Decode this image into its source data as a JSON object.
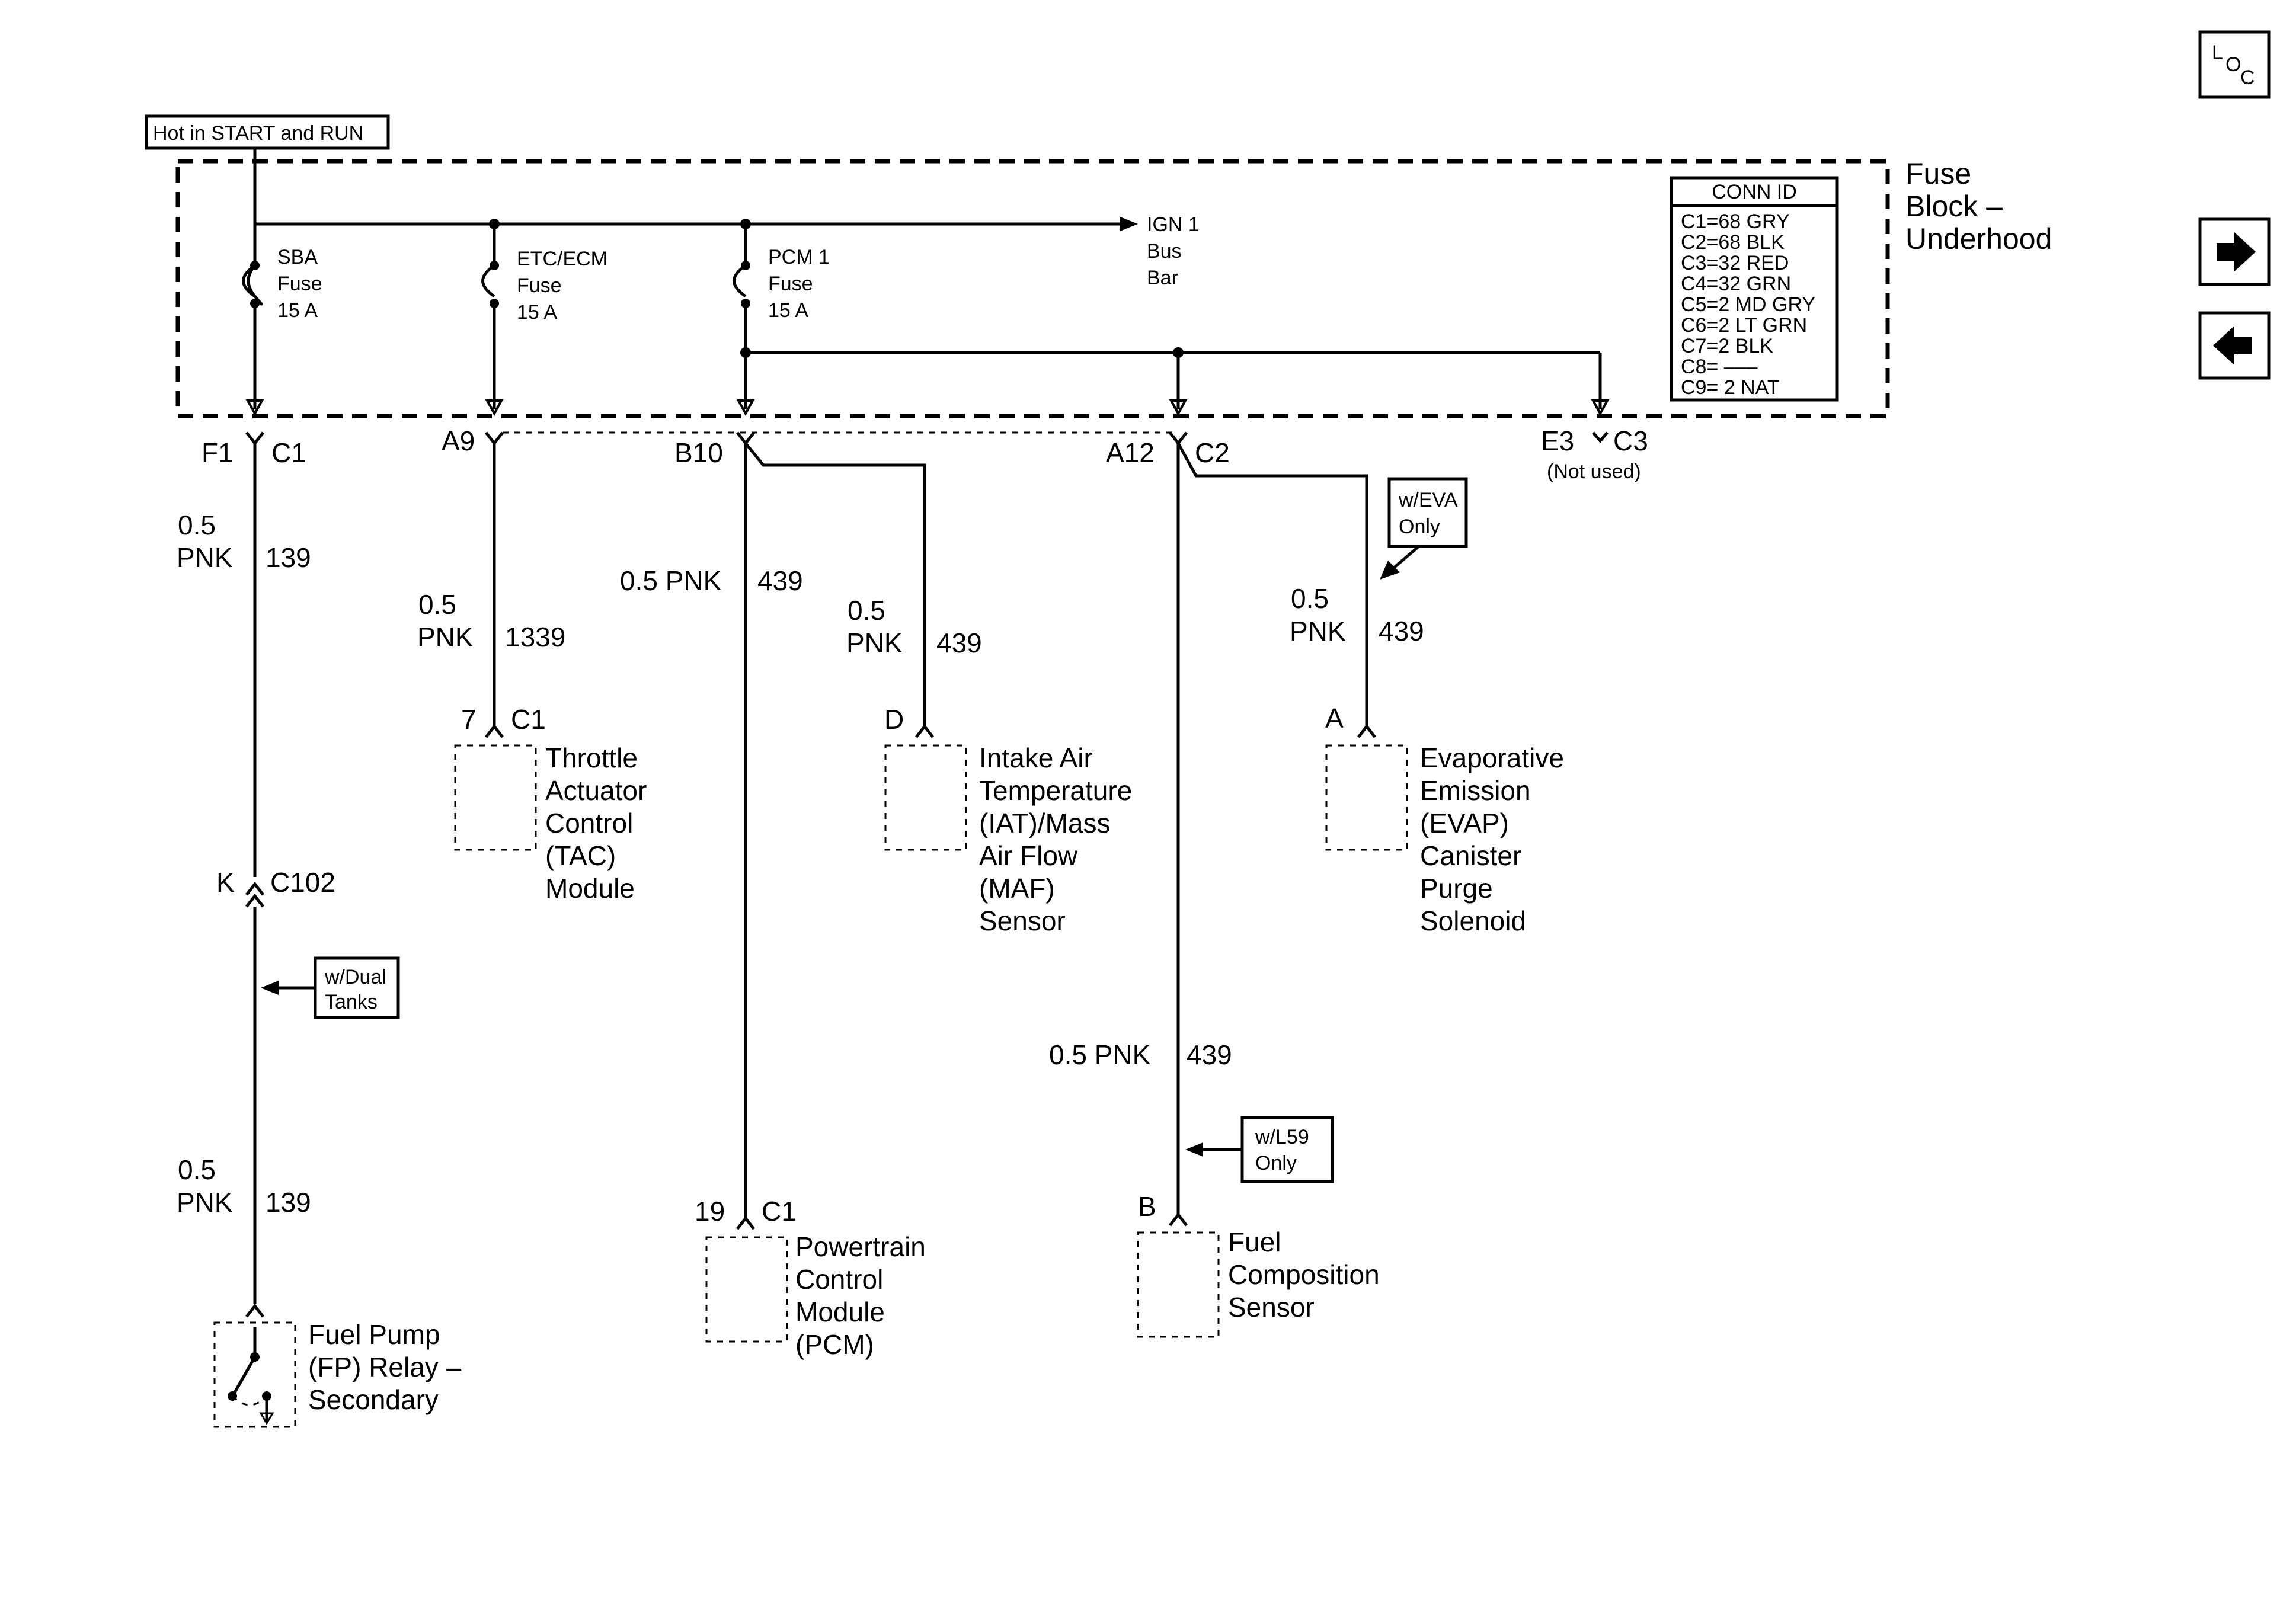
{
  "hot_label": "Hot in START and RUN",
  "fuse_block": {
    "lines": [
      "Fuse",
      "Block –",
      "Underhood"
    ]
  },
  "conn_id": {
    "title": "CONN ID",
    "rows": [
      "C1=68 GRY",
      "C2=68 BLK",
      "C3=32 RED",
      "C4=32 GRN",
      "C5=2 MD GRY",
      "C6=2 LT GRN",
      "C7=2 BLK",
      "C8= –––",
      "C9= 2 NAT"
    ]
  },
  "fuses": [
    {
      "name": "SBA",
      "label": "Fuse",
      "rating": "15 A"
    },
    {
      "name": "ETC/ECM",
      "label": "Fuse",
      "rating": "15 A"
    },
    {
      "name": "PCM 1",
      "label": "Fuse",
      "rating": "15 A"
    }
  ],
  "bus_bar": [
    "IGN 1",
    "Bus",
    "Bar"
  ],
  "terminals": {
    "f1": "F1",
    "c1": "C1",
    "a9": "A9",
    "b10": "B10",
    "a12": "A12",
    "c2": "C2",
    "e3": "E3",
    "c3": "C3",
    "not_used": "(Not used)"
  },
  "wires": {
    "w139_top": {
      "gauge": "0.5",
      "color": "PNK",
      "circuit": "139"
    },
    "w1339": {
      "gauge": "0.5",
      "color": "PNK",
      "circuit": "1339"
    },
    "w439_pcm": {
      "label": "0.5 PNK",
      "circuit": "439"
    },
    "w439_iat": {
      "gauge": "0.5",
      "color": "PNK",
      "circuit": "439"
    },
    "w439_evap": {
      "gauge": "0.5",
      "color": "PNK",
      "circuit": "439"
    },
    "w439_fcs": {
      "label": "0.5 PNK",
      "circuit": "439"
    },
    "w139_bot": {
      "gauge": "0.5",
      "color": "PNK",
      "circuit": "139"
    }
  },
  "options": {
    "eva": [
      "w/EVA",
      "Only"
    ],
    "dual": [
      "w/Dual",
      "Tanks"
    ],
    "l59": [
      "w/L59",
      "Only"
    ]
  },
  "connectors": {
    "tac": {
      "pin": "7",
      "conn": "C1"
    },
    "iat": {
      "pin": "D"
    },
    "evap": {
      "pin": "A"
    },
    "c102": {
      "pin": "K",
      "conn": "C102"
    },
    "pcm": {
      "pin": "19",
      "conn": "C1"
    },
    "fcs": {
      "pin": "B"
    }
  },
  "components": {
    "tac": [
      "Throttle",
      "Actuator",
      "Control",
      "(TAC)",
      "Module"
    ],
    "iat": [
      "Intake Air",
      "Temperature",
      "(IAT)/Mass",
      "Air Flow",
      "(MAF)",
      "Sensor"
    ],
    "evap": [
      "Evaporative",
      "Emission",
      "(EVAP)",
      "Canister",
      "Purge",
      "Solenoid"
    ],
    "pcm": [
      "Powertrain",
      "Control",
      "Module",
      "(PCM)"
    ],
    "fcs": [
      "Fuel",
      "Composition",
      "Sensor"
    ],
    "fp_relay": [
      "Fuel Pump",
      "(FP) Relay –",
      "Secondary"
    ]
  },
  "nav": {
    "loc": {
      "l": "L",
      "o": "O",
      "c": "C"
    },
    "next_icon": "arrow-right",
    "prev_icon": "arrow-left"
  }
}
